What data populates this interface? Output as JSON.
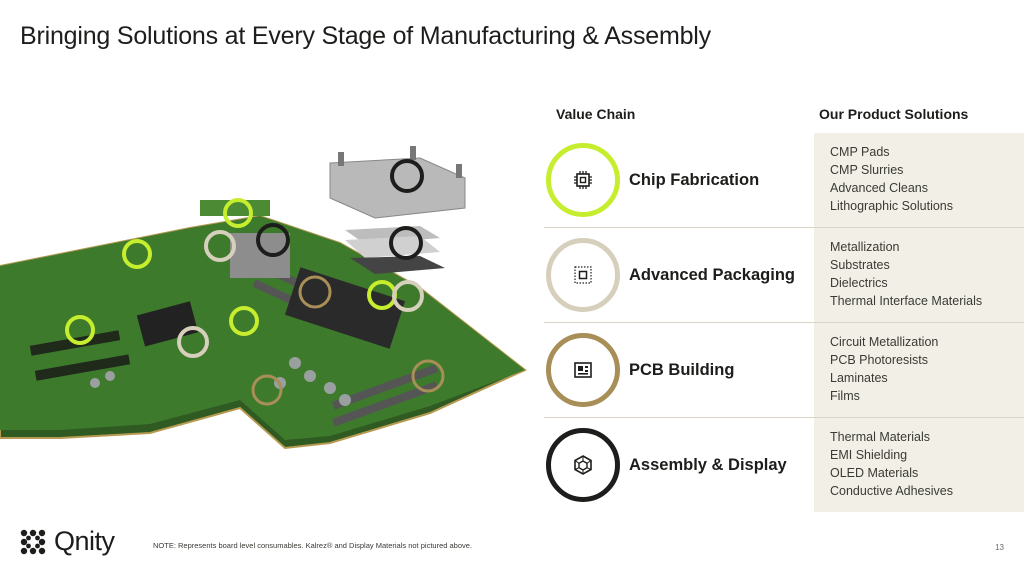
{
  "title": "Bringing Solutions at Every Stage of Manufacturing & Assembly",
  "columns": {
    "value_chain": "Value Chain",
    "product_solutions": "Our Product Solutions"
  },
  "stages": [
    {
      "label": "Chip Fabrication",
      "icon": "chip-icon",
      "ring_color": "#c6ee2e",
      "products": [
        "CMP Pads",
        "CMP Slurries",
        "Advanced Cleans",
        "Lithographic Solutions"
      ]
    },
    {
      "label": "Advanced Packaging",
      "icon": "package-icon",
      "ring_color": "#d6cfbc",
      "products": [
        "Metallization",
        "Substrates",
        "Dielectrics",
        "Thermal Interface Materials"
      ]
    },
    {
      "label": "PCB Building",
      "icon": "pcb-icon",
      "ring_color": "#a88e57",
      "products": [
        "Circuit Metallization",
        "PCB Photoresists",
        "Laminates",
        "Films"
      ]
    },
    {
      "label": "Assembly & Display",
      "icon": "hexagon-icon",
      "ring_color": "#1d1d1b",
      "products": [
        "Thermal Materials",
        "EMI Shielding",
        "OLED Materials",
        "Conductive Adhesives"
      ]
    }
  ],
  "footer": {
    "logo_text": "Qnity",
    "note": "NOTE: Represents board level consumables. Kalrez® and Display Materials not pictured above.",
    "page_number": "13"
  }
}
